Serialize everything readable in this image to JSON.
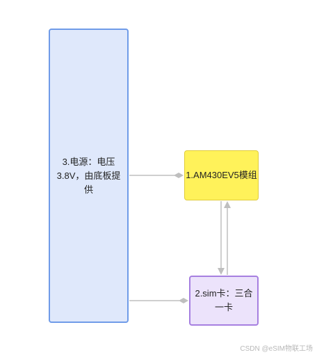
{
  "diagram": {
    "nodes": {
      "power": {
        "label": "3.电源：电压\n3.8V，由底板提供",
        "fill": "#dfe8fb",
        "stroke": "#6f9be8"
      },
      "module": {
        "label": "1.AM430EV5模组",
        "fill": "#fff25a",
        "stroke": "#e0cc3c"
      },
      "sim": {
        "label": "2.sim卡：三合\n一卡",
        "fill": "#ece3fb",
        "stroke": "#a67fe0"
      }
    },
    "edges": [
      {
        "from": "power",
        "to": "module",
        "arrow": "diamond"
      },
      {
        "from": "power",
        "to": "sim",
        "arrow": "diamond"
      },
      {
        "from": "module",
        "to": "sim",
        "arrow": "triangle"
      },
      {
        "from": "sim",
        "to": "module",
        "arrow": "triangle"
      }
    ],
    "edge_color": "#bfbfbf"
  },
  "watermark": {
    "text": "CSDN @eSIM物联工场"
  }
}
